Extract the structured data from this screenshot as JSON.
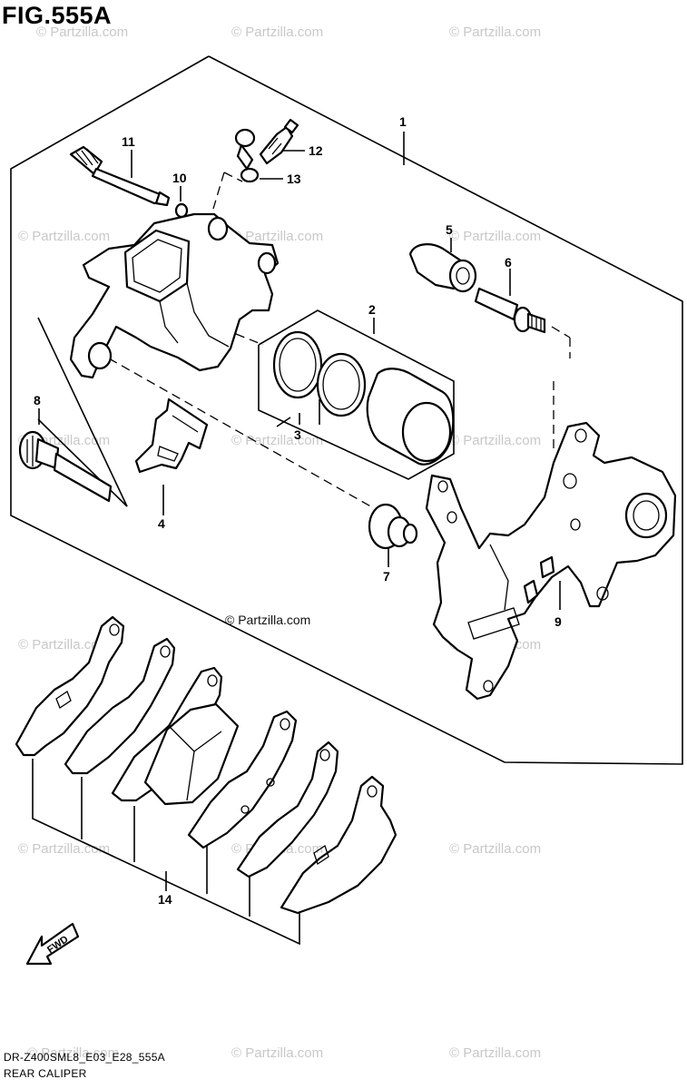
{
  "figure": {
    "title": "FIG.555A",
    "code": "DR-Z400SML8_E03_E28_555A",
    "name": "REAR CALIPER"
  },
  "credit": "© Partzilla.com",
  "watermark": "© Partzilla.com",
  "fwd_label": "FWD",
  "callouts": [
    {
      "id": "c1",
      "label": "1"
    },
    {
      "id": "c2",
      "label": "2"
    },
    {
      "id": "c3",
      "label": "3"
    },
    {
      "id": "c4",
      "label": "4"
    },
    {
      "id": "c5",
      "label": "5"
    },
    {
      "id": "c6",
      "label": "6"
    },
    {
      "id": "c7",
      "label": "7"
    },
    {
      "id": "c8",
      "label": "8"
    },
    {
      "id": "c9",
      "label": "9"
    },
    {
      "id": "c10",
      "label": "10"
    },
    {
      "id": "c11",
      "label": "11"
    },
    {
      "id": "c12",
      "label": "12"
    },
    {
      "id": "c13",
      "label": "13"
    },
    {
      "id": "c14",
      "label": "14"
    }
  ]
}
